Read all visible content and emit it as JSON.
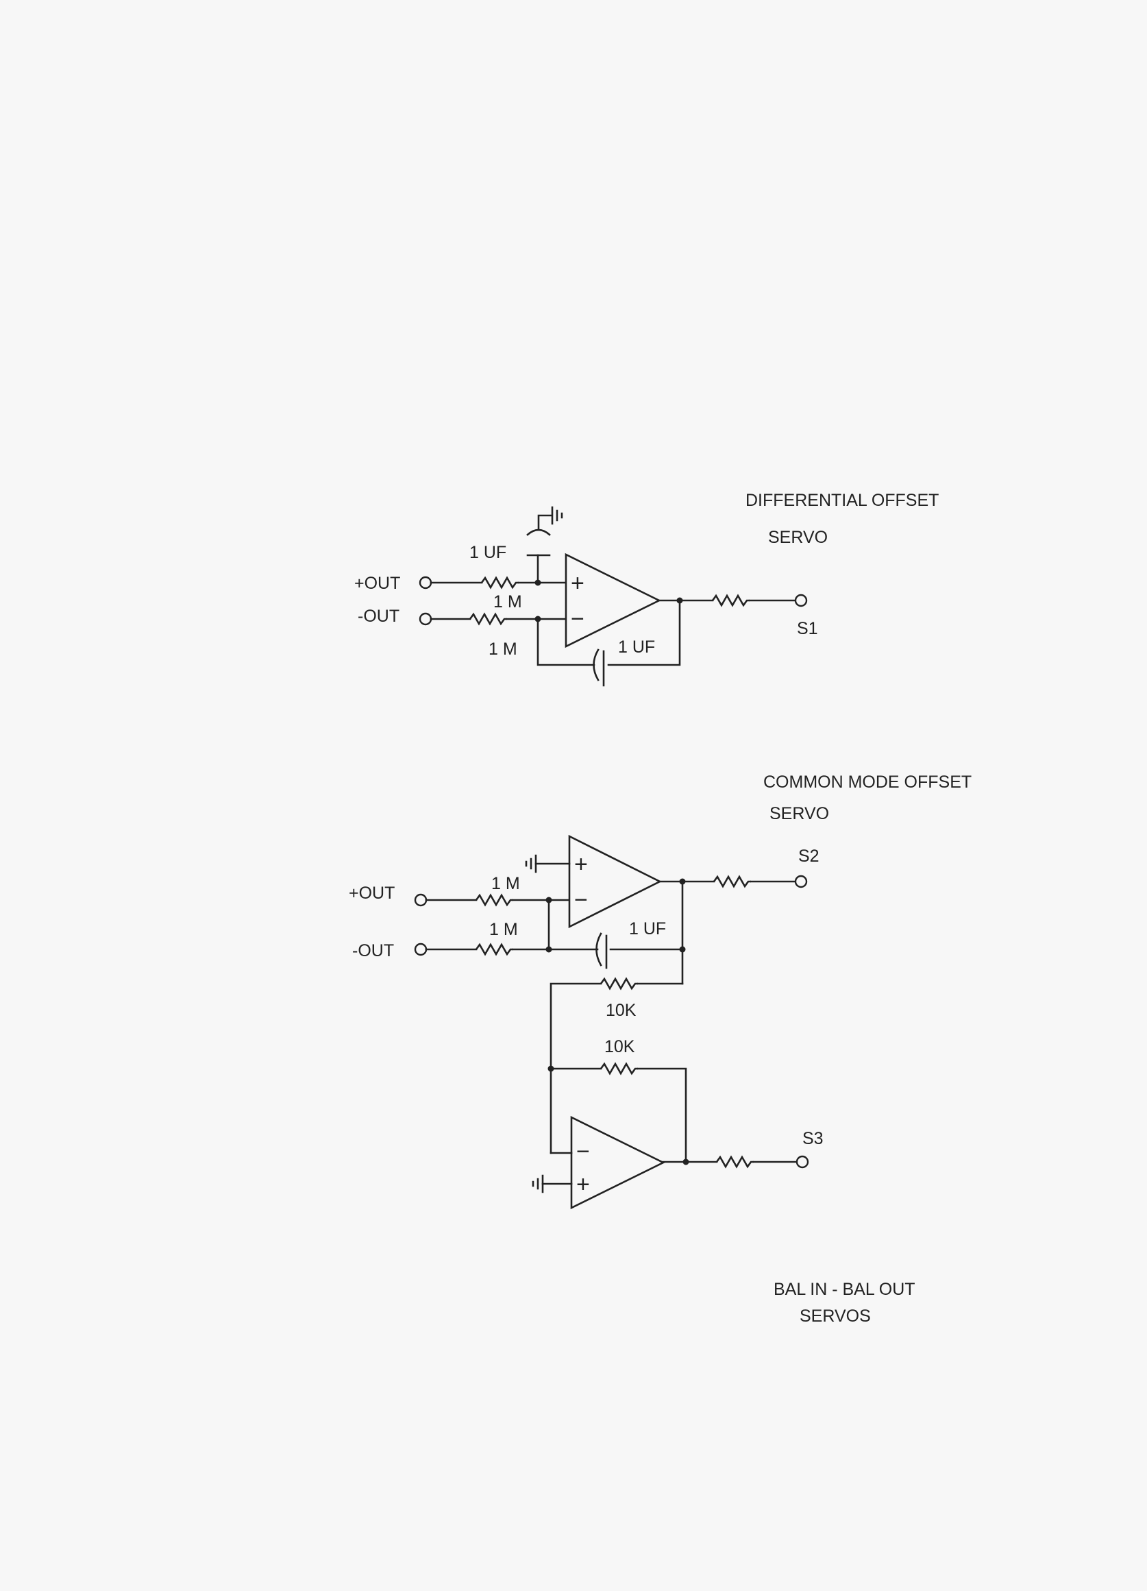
{
  "sections": {
    "differential": {
      "title_line1": "DIFFERENTIAL  OFFSET",
      "title_line2": "SERVO",
      "in_plus": "+OUT",
      "in_minus": "-OUT",
      "r_plus": "1 M",
      "r_minus": "1 M",
      "c_ground": "1 UF",
      "c_feedback": "1 UF",
      "output": "S1",
      "sign_plus": "+",
      "sign_minus": "−"
    },
    "common_mode": {
      "title_line1": "COMMON MODE     OFFSET",
      "title_line2": "SERVO",
      "in_plus": "+OUT",
      "in_minus": "-OUT",
      "r_plus": "1 M",
      "r_minus": "1 M",
      "c_feedback": "1 UF",
      "r_link": "10K",
      "r_inverter": "10K",
      "output_1": "S2",
      "output_2": "S3",
      "sign_plus_1": "+",
      "sign_minus_1": "−",
      "sign_minus_2": "−",
      "sign_plus_2": "+"
    },
    "caption": {
      "line1": "BAL IN - BAL OUT",
      "line2": "SERVOS"
    }
  }
}
